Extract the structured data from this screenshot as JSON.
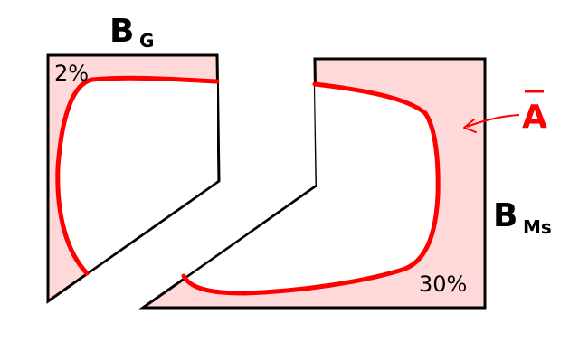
{
  "left_region": {
    "label_main": "B",
    "label_sub": "G",
    "percent": "2%"
  },
  "right_region": {
    "label_main": "B",
    "label_sub": "Ms",
    "percent": "30%"
  },
  "curve": {
    "label": "A"
  },
  "colors": {
    "fill": "#ffd9d9",
    "outline": "#000000",
    "curve": "#ff0000",
    "text": "#000000"
  }
}
